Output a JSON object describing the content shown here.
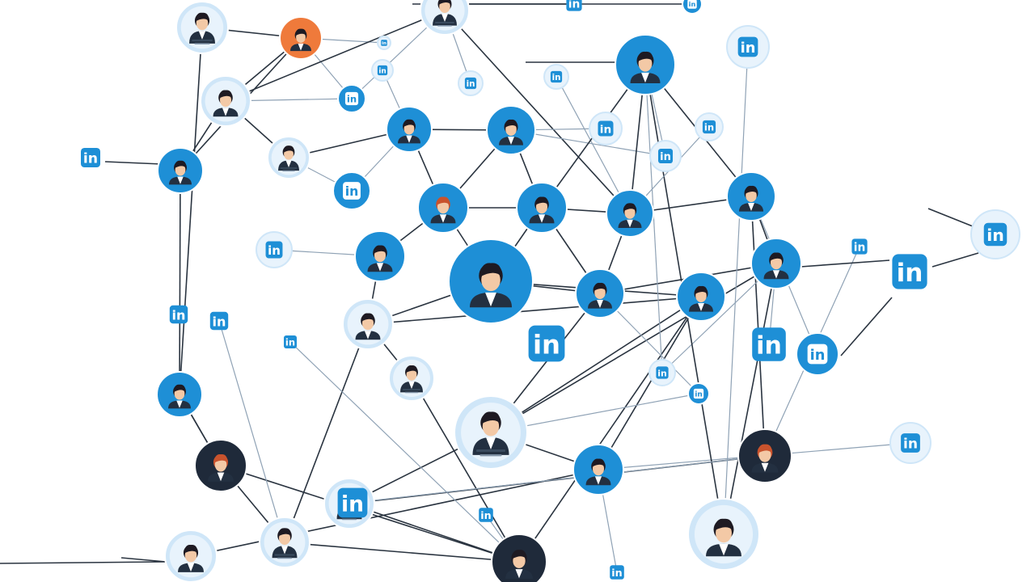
{
  "diagram": {
    "palette": {
      "blue": "#1e8fd6",
      "light_blue": "#cfe6f8",
      "pale_blue": "#e8f3fc",
      "navy": "#1f2a3a",
      "orange": "#ef7a3b",
      "edge": "#2a3440",
      "skin": "#f3c9a6",
      "hair_dark": "#1e1a22",
      "hair_red": "#c9532d",
      "suit": "#233041",
      "shirt": "#ffffff"
    },
    "brand_glyph": "in",
    "icons": [
      "person-avatar-icon",
      "linkedin-logo-icon"
    ],
    "center_node": "hub",
    "person_nodes": [
      {
        "id": "p1",
        "type": "light",
        "hair": "dark",
        "caption": true
      },
      {
        "id": "p2",
        "type": "orange",
        "hair": "dark",
        "caption": false
      },
      {
        "id": "p3",
        "type": "light",
        "hair": "dark",
        "caption": false
      },
      {
        "id": "p4",
        "type": "blue",
        "hair": "dark",
        "caption": false
      },
      {
        "id": "p5",
        "type": "light",
        "hair": "dark",
        "caption": true
      },
      {
        "id": "p6",
        "type": "light",
        "hair": "dark",
        "caption": true
      },
      {
        "id": "p7",
        "type": "blue",
        "hair": "dark",
        "caption": false
      },
      {
        "id": "p8",
        "type": "blue",
        "hair": "dark",
        "caption": false
      },
      {
        "id": "p9",
        "type": "blue",
        "hair": "dark",
        "caption": false
      },
      {
        "id": "p10",
        "type": "blue",
        "hair": "red",
        "caption": false
      },
      {
        "id": "p11",
        "type": "blue",
        "hair": "dark",
        "caption": false
      },
      {
        "id": "p12",
        "type": "blue",
        "hair": "dark",
        "caption": false
      },
      {
        "id": "p13",
        "type": "blue",
        "hair": "dark",
        "caption": false
      },
      {
        "id": "hub",
        "type": "blue",
        "hair": "dark",
        "caption": false
      },
      {
        "id": "p15",
        "type": "blue",
        "hair": "dark",
        "caption": false
      },
      {
        "id": "p16",
        "type": "blue",
        "hair": "dark",
        "caption": false
      },
      {
        "id": "p17",
        "type": "blue",
        "hair": "dark",
        "caption": false
      },
      {
        "id": "p18",
        "type": "blue",
        "hair": "dark",
        "caption": false
      },
      {
        "id": "p19",
        "type": "light",
        "hair": "dark",
        "caption": false
      },
      {
        "id": "p20",
        "type": "light",
        "hair": "dark",
        "caption": true
      },
      {
        "id": "p21",
        "type": "blue",
        "hair": "dark",
        "caption": false
      },
      {
        "id": "p22",
        "type": "navy",
        "hair": "red",
        "caption": false
      },
      {
        "id": "p23",
        "type": "light",
        "hair": "dark",
        "caption": true
      },
      {
        "id": "p24",
        "type": "blue",
        "hair": "dark",
        "caption": false
      },
      {
        "id": "p25",
        "type": "light",
        "hair": "dark",
        "caption": true
      },
      {
        "id": "p26",
        "type": "navy",
        "hair": "dark",
        "caption": false
      },
      {
        "id": "p27",
        "type": "light",
        "hair": "dark",
        "caption": true
      },
      {
        "id": "p28",
        "type": "navy",
        "hair": "red",
        "caption": false
      },
      {
        "id": "p29",
        "type": "light",
        "hair": "dark",
        "caption": false
      },
      {
        "id": "p30",
        "type": "light",
        "hair": "dark",
        "caption": false
      }
    ],
    "logo_nodes": [
      {
        "id": "l1",
        "style": "light"
      },
      {
        "id": "l2",
        "style": "blue-circle"
      },
      {
        "id": "l3",
        "style": "light"
      },
      {
        "id": "l4",
        "style": "light"
      },
      {
        "id": "l5",
        "style": "light"
      },
      {
        "id": "l6",
        "style": "blue-circle"
      },
      {
        "id": "l7",
        "style": "light"
      },
      {
        "id": "l8",
        "style": "light"
      },
      {
        "id": "l9",
        "style": "light"
      },
      {
        "id": "l10",
        "style": "light"
      },
      {
        "id": "l11",
        "style": "light"
      },
      {
        "id": "l12",
        "style": "blue-circle"
      },
      {
        "id": "l13",
        "style": "light"
      },
      {
        "id": "l14",
        "style": "square"
      },
      {
        "id": "l15",
        "style": "blue-circle"
      },
      {
        "id": "l16",
        "style": "light"
      },
      {
        "id": "l17",
        "style": "square"
      },
      {
        "id": "l18",
        "style": "light"
      },
      {
        "id": "l19",
        "style": "square"
      },
      {
        "id": "l20",
        "style": "square"
      },
      {
        "id": "l21",
        "style": "square"
      },
      {
        "id": "l22",
        "style": "square"
      },
      {
        "id": "l23",
        "style": "square"
      },
      {
        "id": "l24",
        "style": "square"
      },
      {
        "id": "l25",
        "style": "square"
      },
      {
        "id": "l26",
        "style": "square"
      },
      {
        "id": "l27",
        "style": "square"
      },
      {
        "id": "l28",
        "style": "square"
      },
      {
        "id": "l29",
        "style": "blue-circle"
      }
    ],
    "edges": [
      [
        "p1",
        "p2"
      ],
      [
        "p2",
        "p3"
      ],
      [
        "p2",
        "l2"
      ],
      [
        "p3",
        "l2"
      ],
      [
        "p3",
        "p4"
      ],
      [
        "p3",
        "p5"
      ],
      [
        "p5",
        "l6"
      ],
      [
        "p5",
        "p7"
      ],
      [
        "l6",
        "p7"
      ],
      [
        "p4",
        "p24"
      ],
      [
        "p24",
        "p22"
      ],
      [
        "p22",
        "p26"
      ],
      [
        "p22",
        "p25"
      ],
      [
        "p6",
        "p12"
      ],
      [
        "p6",
        "l4"
      ],
      [
        "p6",
        "l2"
      ],
      [
        "p7",
        "p8"
      ],
      [
        "p7",
        "p10"
      ],
      [
        "p8",
        "p10"
      ],
      [
        "p8",
        "p11"
      ],
      [
        "p8",
        "l8"
      ],
      [
        "p8",
        "l9"
      ],
      [
        "p10",
        "p11"
      ],
      [
        "p10",
        "p13"
      ],
      [
        "p10",
        "hub"
      ],
      [
        "p11",
        "p12"
      ],
      [
        "p11",
        "hub"
      ],
      [
        "p11",
        "p15"
      ],
      [
        "p12",
        "p15"
      ],
      [
        "p12",
        "p9"
      ],
      [
        "p9",
        "p16"
      ],
      [
        "p9",
        "l9"
      ],
      [
        "p12",
        "p16"
      ],
      [
        "p13",
        "p14"
      ],
      [
        "p13",
        "p19"
      ],
      [
        "p14",
        "p19"
      ],
      [
        "p14",
        "p23"
      ],
      [
        "hub",
        "p15"
      ],
      [
        "hub",
        "p18"
      ],
      [
        "hub",
        "p14"
      ],
      [
        "hub",
        "p19"
      ],
      [
        "p15",
        "p17"
      ],
      [
        "p15",
        "p20"
      ],
      [
        "p16",
        "p17"
      ],
      [
        "p16",
        "p28"
      ],
      [
        "p17",
        "p20"
      ],
      [
        "p17",
        "l13"
      ],
      [
        "p17",
        "p29"
      ],
      [
        "p17",
        "l14"
      ],
      [
        "p18",
        "p20"
      ],
      [
        "p18",
        "p19"
      ],
      [
        "p18",
        "p21"
      ],
      [
        "p18",
        "p26"
      ],
      [
        "p20",
        "p21"
      ],
      [
        "p20",
        "p27"
      ],
      [
        "p21",
        "p30"
      ],
      [
        "p21",
        "l16"
      ],
      [
        "p19",
        "p25"
      ],
      [
        "p19",
        "p23"
      ],
      [
        "p20",
        "l12"
      ],
      [
        "p23",
        "p26"
      ],
      [
        "p25",
        "p26"
      ],
      [
        "p26",
        "p27"
      ],
      [
        "p27",
        "p28"
      ],
      [
        "p28",
        "l22"
      ],
      [
        "p9",
        "p29"
      ],
      [
        "p29",
        "l11"
      ],
      [
        "p16",
        "l15"
      ],
      [
        "p1",
        "p24"
      ],
      [
        "p24",
        "p22"
      ],
      [
        "l7",
        "p13"
      ],
      [
        "l3",
        "p7"
      ],
      [
        "p2",
        "l1"
      ],
      [
        "p2",
        "p4"
      ],
      [
        "l5",
        "p12"
      ],
      [
        "p12",
        "l10"
      ],
      [
        "p3",
        "p6"
      ],
      [
        "p14",
        "l17"
      ],
      [
        "p14",
        "l20"
      ],
      [
        "p21",
        "l28"
      ],
      [
        "p25",
        "l21"
      ],
      [
        "p26",
        "l23"
      ],
      [
        "p26",
        "l27"
      ],
      [
        "p28",
        "l26"
      ],
      [
        "p11",
        "p9"
      ],
      [
        "p15",
        "l12"
      ],
      [
        "p9",
        "l13"
      ]
    ]
  }
}
